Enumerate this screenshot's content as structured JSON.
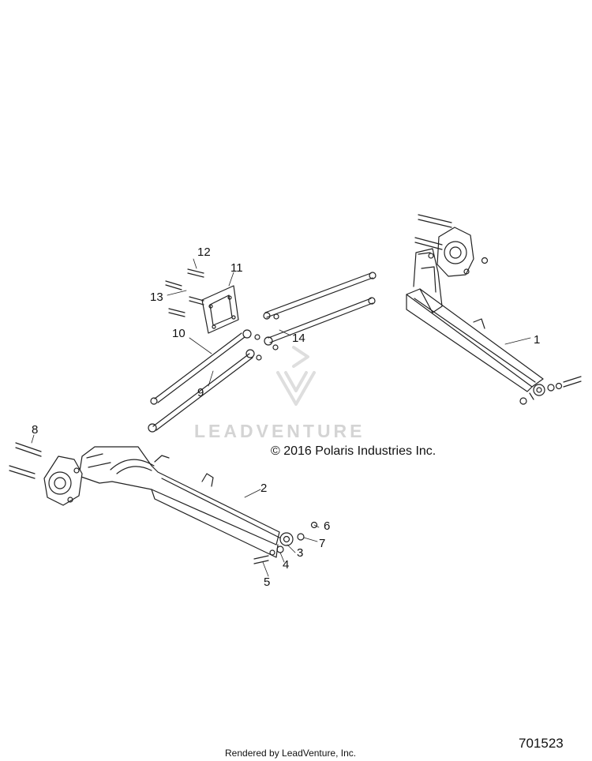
{
  "callouts": [
    "1",
    "2",
    "3",
    "4",
    "5",
    "6",
    "7",
    "8",
    "9",
    "10",
    "11",
    "12",
    "13",
    "14"
  ],
  "copyright": "© 2016 Polaris Industries Inc.",
  "watermark": "LEADVENTURE",
  "diagram_id": "701523",
  "rendered_by": "Rendered by LeadVenture, Inc."
}
